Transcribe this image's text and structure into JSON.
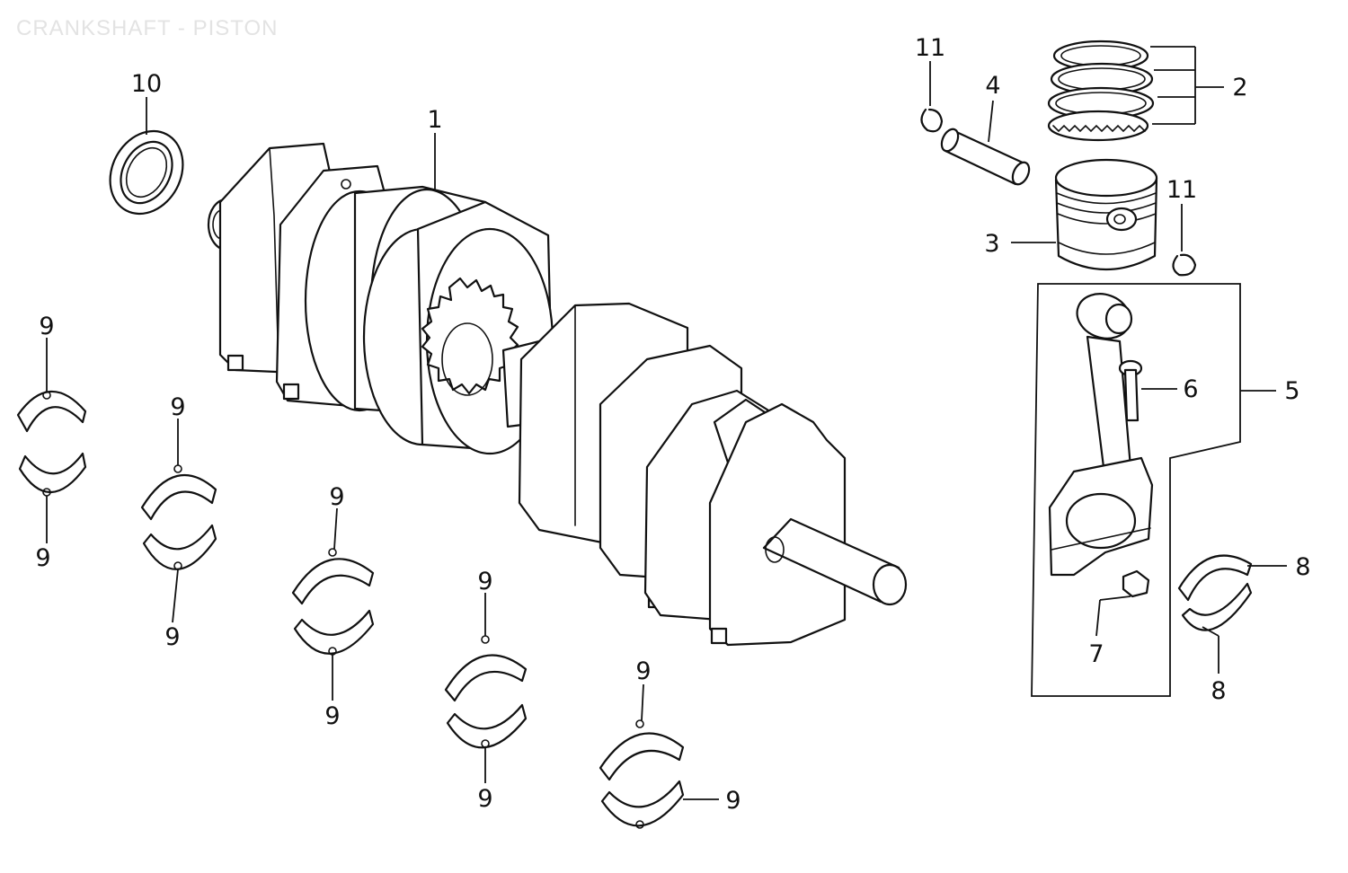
{
  "title": "CRANKSHAFT - PISTON",
  "callouts": {
    "c1": "1",
    "c2": "2",
    "c3": "3",
    "c4": "4",
    "c5": "5",
    "c6": "6",
    "c7": "7",
    "c8a": "8",
    "c8b": "8",
    "c10": "10",
    "c11a": "11",
    "c11b": "11",
    "c9_1a": "9",
    "c9_1b": "9",
    "c9_2a": "9",
    "c9_2b": "9",
    "c9_3a": "9",
    "c9_3b": "9",
    "c9_4a": "9",
    "c9_4b": "9",
    "c9_5a": "9",
    "c9_5b": "9"
  }
}
